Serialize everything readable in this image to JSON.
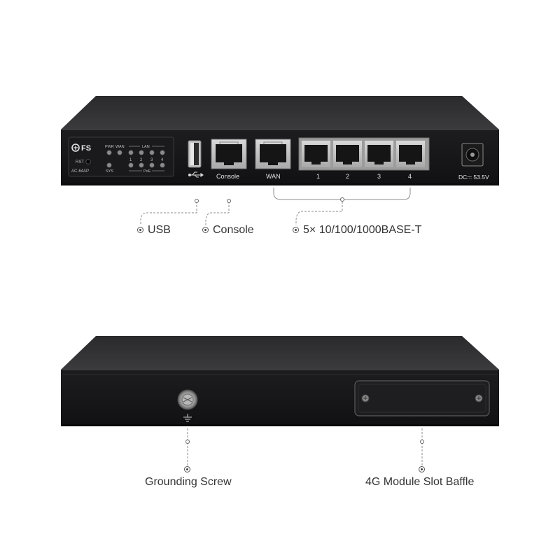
{
  "front_panel": {
    "brand": "FS",
    "model": "AC-64AP",
    "rst_label": "RST",
    "led_labels": {
      "pwr": "PWR",
      "wan": "WAN",
      "lan": "LAN",
      "sys": "SYS",
      "poe": "PoE",
      "lan_ports": [
        "1",
        "2",
        "3",
        "4"
      ]
    },
    "port_labels": {
      "console": "Console",
      "wan": "WAN",
      "lan": [
        "1",
        "2",
        "3",
        "4"
      ]
    },
    "power_label": "DC⎓ 53.5V"
  },
  "callouts": {
    "usb": "USB",
    "console": "Console",
    "ethernet": "5× 10/100/1000BASE-T",
    "grounding": "Grounding Screw",
    "baffle": "4G Module Slot Baffle"
  },
  "icons": {
    "usb": "usb-icon",
    "ground": "ground-icon"
  }
}
